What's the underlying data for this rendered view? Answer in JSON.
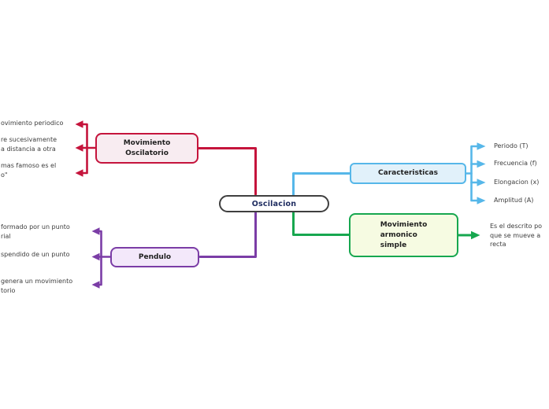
{
  "root": {
    "label": "Oscilacion"
  },
  "colors": {
    "red_branch": "#c5143c",
    "purple_branch": "#7b3da6",
    "blue_branch": "#56b7e9",
    "green_branch": "#17a74f",
    "red_fill": "#f8ecf1",
    "purple_fill": "#f3e8fa",
    "blue_fill": "#e1f1fa",
    "green_fill": "#f6fbe2",
    "root_border": "#3f3f3f",
    "root_text": "#1d2b5f",
    "subtopic_text": "#3c3c3c"
  },
  "branches": {
    "oscilatorio": {
      "label_lines": [
        "Movimiento",
        "Oscilatorio"
      ],
      "children": [
        {
          "lines": [
            "ovimiento periodico"
          ]
        },
        {
          "lines": [
            "re sucesivamente",
            "a distancia a otra"
          ]
        },
        {
          "lines": [
            "mas famoso es el",
            "o\""
          ]
        }
      ]
    },
    "pendulo": {
      "label": "Pendulo",
      "children": [
        {
          "lines": [
            "formado por un punto",
            "rial"
          ]
        },
        {
          "lines": [
            "spendido de un punto"
          ]
        },
        {
          "lines": [
            "genera un movimiento",
            "torio"
          ]
        }
      ]
    },
    "caracteristicas": {
      "label": "Caracteristicas",
      "children": [
        {
          "lines": [
            "Periodo (T)"
          ]
        },
        {
          "lines": [
            "Frecuencia (f)"
          ]
        },
        {
          "lines": [
            "Elongacion (x)"
          ]
        },
        {
          "lines": [
            "Amplitud (A)"
          ]
        }
      ]
    },
    "armonico": {
      "label_lines": [
        "Movimiento",
        "armonico",
        "simple"
      ],
      "children": [
        {
          "lines": [
            "Es el descrito po",
            "que se mueve a",
            "recta"
          ]
        }
      ]
    }
  }
}
